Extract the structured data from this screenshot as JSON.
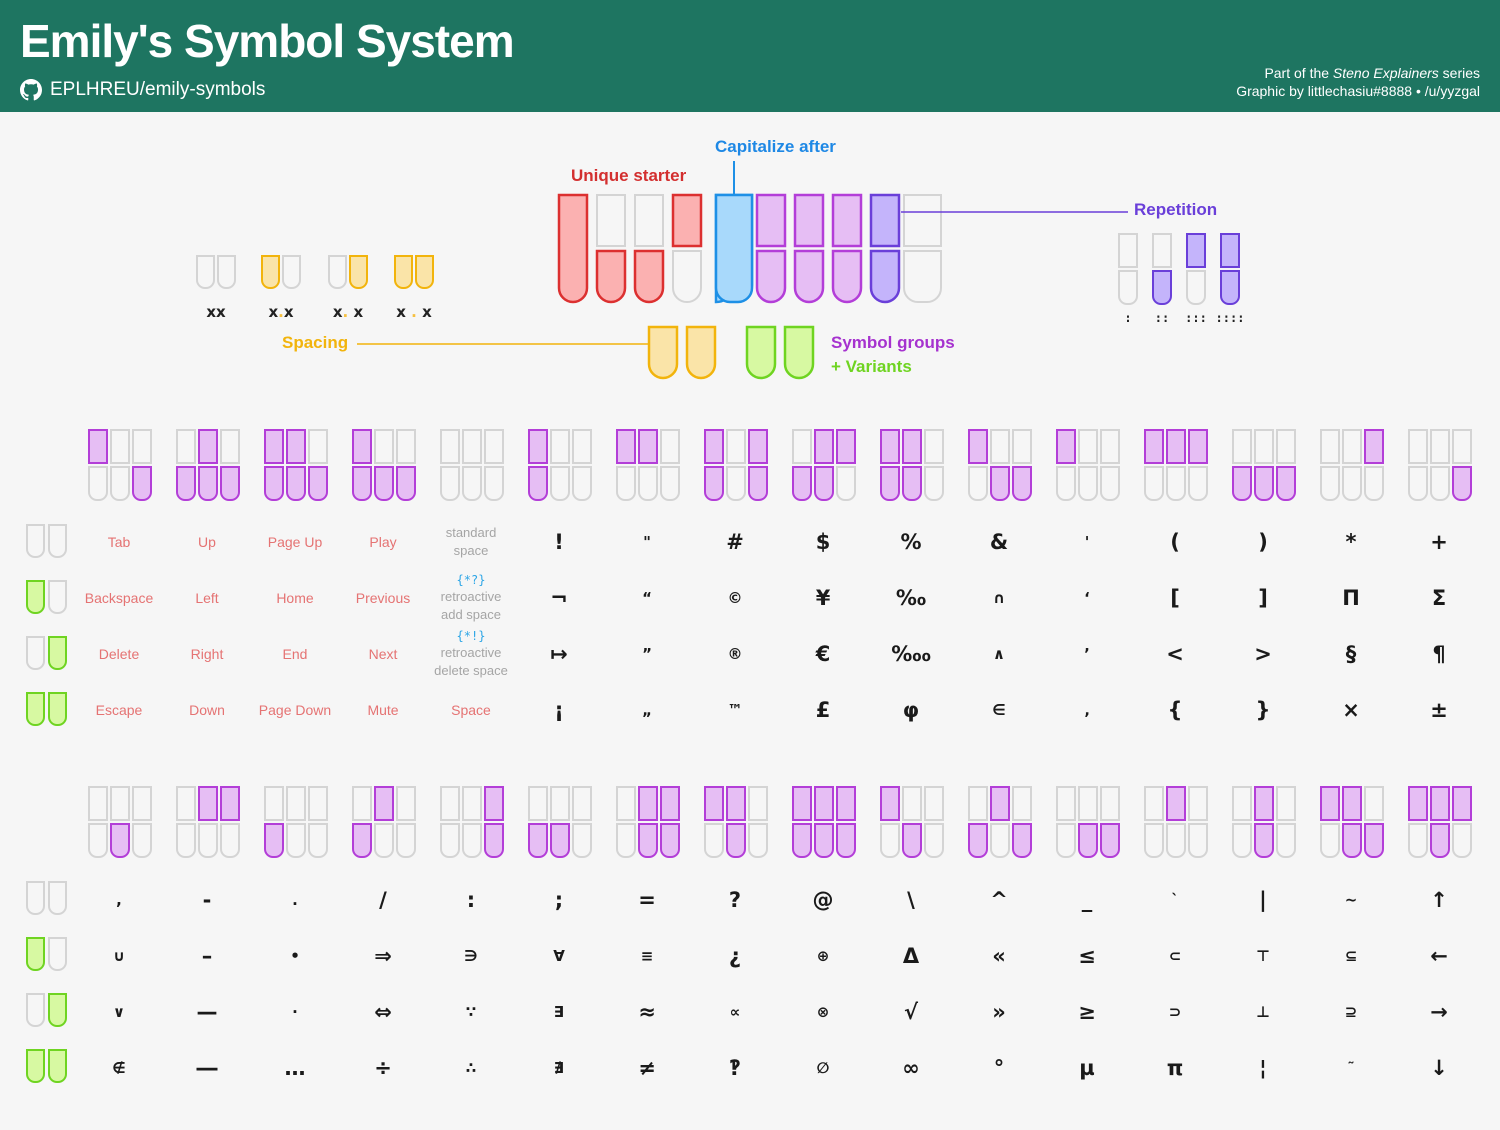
{
  "header": {
    "title": "Emily's Symbol System",
    "repo": "EPLHREU/emily-symbols",
    "credit_prefix": "Part of the ",
    "credit_series": "Steno Explainers",
    "credit_suffix": " series",
    "credit_line2": "Graphic by littlechasiu#8888 • /u/yyzgal"
  },
  "legend": {
    "unique_starter": "Unique starter",
    "capitalize_after": "Capitalize after",
    "repetition": "Repetition",
    "spacing": "Spacing",
    "symbol_groups": "Symbol groups",
    "variants": "+ Variants",
    "spacing_examples": [
      {
        "left": "x",
        "dot": "",
        "right": "x"
      },
      {
        "left": "x",
        "dot": ".",
        "right": "x"
      },
      {
        "left": "x",
        "dot": ".",
        "right": " x"
      },
      {
        "left": "x ",
        "dot": ".",
        "right": " x"
      }
    ],
    "repetition_examples": [
      ":",
      "::",
      ":::",
      "::::"
    ]
  },
  "colors": {
    "header": "#1e7561",
    "unique_starter": "#d32f2f",
    "capitalize": "#1e88e5",
    "repetition": "#6a3fd9",
    "spacing": "#f2b40c",
    "symbol_groups": "#a632cf",
    "variants": "#6fd421"
  },
  "table1": {
    "patterns": [
      [
        [
          1,
          0,
          0
        ],
        [
          0,
          0,
          1
        ]
      ],
      [
        [
          0,
          1,
          0
        ],
        [
          1,
          1,
          1
        ]
      ],
      [
        [
          1,
          1,
          0
        ],
        [
          1,
          1,
          1
        ]
      ],
      [
        [
          1,
          0,
          0
        ],
        [
          1,
          1,
          1
        ]
      ],
      [
        [
          0,
          0,
          0
        ],
        [
          0,
          0,
          0
        ]
      ],
      [
        [
          1,
          0,
          0
        ],
        [
          1,
          0,
          0
        ]
      ],
      [
        [
          1,
          1,
          0
        ],
        [
          0,
          0,
          0
        ]
      ],
      [
        [
          1,
          0,
          1
        ],
        [
          1,
          0,
          1
        ]
      ],
      [
        [
          0,
          1,
          1
        ],
        [
          1,
          1,
          0
        ]
      ],
      [
        [
          1,
          1,
          0
        ],
        [
          1,
          1,
          0
        ]
      ],
      [
        [
          1,
          0,
          0
        ],
        [
          0,
          1,
          1
        ]
      ],
      [
        [
          1,
          0,
          0
        ],
        [
          0,
          0,
          0
        ]
      ],
      [
        [
          1,
          1,
          1
        ],
        [
          0,
          0,
          0
        ]
      ],
      [
        [
          0,
          0,
          0
        ],
        [
          1,
          1,
          1
        ]
      ],
      [
        [
          0,
          0,
          1
        ],
        [
          0,
          0,
          0
        ]
      ],
      [
        [
          0,
          0,
          0
        ],
        [
          0,
          0,
          1
        ]
      ]
    ],
    "columns": [
      {
        "type": "word",
        "values": [
          "Tab",
          "Backspace",
          "Delete",
          "Escape"
        ]
      },
      {
        "type": "word",
        "values": [
          "Up",
          "Left",
          "Right",
          "Down"
        ]
      },
      {
        "type": "word",
        "values": [
          "Page Up",
          "Home",
          "End",
          "Page Down"
        ]
      },
      {
        "type": "word",
        "values": [
          "Play",
          "Previous",
          "Next",
          "Mute"
        ]
      },
      {
        "type": "space",
        "values": [
          "standard\nspace",
          "{*?}",
          "retroactive\nadd space",
          "{*!}",
          "retroactive\ndelete space",
          "Space"
        ]
      },
      {
        "type": "sym",
        "values": [
          "!",
          "¬",
          "↦",
          "¡"
        ]
      },
      {
        "type": "sym",
        "values": [
          "\"",
          "“",
          "”",
          "„"
        ]
      },
      {
        "type": "sym",
        "values": [
          "#",
          "©",
          "®",
          "™"
        ]
      },
      {
        "type": "sym",
        "values": [
          "$",
          "¥",
          "€",
          "£"
        ]
      },
      {
        "type": "sym",
        "values": [
          "%",
          "‰",
          "‱",
          "φ"
        ]
      },
      {
        "type": "sym",
        "values": [
          "&",
          "∩",
          "∧",
          "∈"
        ]
      },
      {
        "type": "sym",
        "values": [
          "'",
          "‘",
          "’",
          "‚"
        ]
      },
      {
        "type": "sym",
        "values": [
          "(",
          "[",
          "<",
          "{"
        ]
      },
      {
        "type": "sym",
        "values": [
          ")",
          "]",
          ">",
          "}"
        ]
      },
      {
        "type": "sym",
        "values": [
          "*",
          "Π",
          "§",
          "×"
        ]
      },
      {
        "type": "sym",
        "values": [
          "+",
          "Σ",
          "¶",
          "±"
        ]
      }
    ]
  },
  "table2": {
    "patterns": [
      [
        [
          0,
          0,
          0
        ],
        [
          0,
          1,
          0
        ]
      ],
      [
        [
          0,
          1,
          1
        ],
        [
          0,
          0,
          0
        ]
      ],
      [
        [
          0,
          0,
          0
        ],
        [
          1,
          0,
          0
        ]
      ],
      [
        [
          0,
          1,
          0
        ],
        [
          1,
          0,
          0
        ]
      ],
      [
        [
          0,
          0,
          1
        ],
        [
          0,
          0,
          1
        ]
      ],
      [
        [
          0,
          0,
          0
        ],
        [
          1,
          1,
          0
        ]
      ],
      [
        [
          0,
          1,
          1
        ],
        [
          0,
          1,
          1
        ]
      ],
      [
        [
          1,
          1,
          0
        ],
        [
          0,
          1,
          0
        ]
      ],
      [
        [
          1,
          1,
          1
        ],
        [
          1,
          1,
          1
        ]
      ],
      [
        [
          1,
          0,
          0
        ],
        [
          0,
          1,
          0
        ]
      ],
      [
        [
          0,
          1,
          0
        ],
        [
          1,
          0,
          1
        ]
      ],
      [
        [
          0,
          0,
          0
        ],
        [
          0,
          1,
          1
        ]
      ],
      [
        [
          0,
          1,
          0
        ],
        [
          0,
          0,
          0
        ]
      ],
      [
        [
          0,
          1,
          0
        ],
        [
          0,
          1,
          0
        ]
      ],
      [
        [
          1,
          1,
          0
        ],
        [
          0,
          1,
          1
        ]
      ],
      [
        [
          1,
          1,
          1
        ],
        [
          0,
          1,
          0
        ]
      ]
    ],
    "columns": [
      {
        "type": "sym",
        "values": [
          ",",
          "∪",
          "∨",
          "∉"
        ]
      },
      {
        "type": "sym",
        "values": [
          "-",
          "–",
          "—",
          "―"
        ]
      },
      {
        "type": "sym",
        "values": [
          ".",
          "•",
          "·",
          "…"
        ]
      },
      {
        "type": "sym",
        "values": [
          "/",
          "⇒",
          "⇔",
          "÷"
        ]
      },
      {
        "type": "sym",
        "values": [
          ":",
          "∋",
          "∵",
          "∴"
        ]
      },
      {
        "type": "sym",
        "values": [
          ";",
          "∀",
          "∃",
          "∄"
        ]
      },
      {
        "type": "sym",
        "values": [
          "=",
          "≡",
          "≈",
          "≠"
        ]
      },
      {
        "type": "sym",
        "values": [
          "?",
          "¿",
          "∝",
          "‽"
        ]
      },
      {
        "type": "sym",
        "values": [
          "@",
          "⊕",
          "⊗",
          "∅"
        ]
      },
      {
        "type": "sym",
        "values": [
          "\\",
          "Δ",
          "√",
          "∞"
        ]
      },
      {
        "type": "sym",
        "values": [
          "^",
          "«",
          "»",
          "°"
        ]
      },
      {
        "type": "sym",
        "values": [
          "_",
          "≤",
          "≥",
          "µ"
        ]
      },
      {
        "type": "sym",
        "values": [
          "`",
          "⊂",
          "⊃",
          "π"
        ]
      },
      {
        "type": "sym",
        "values": [
          "|",
          "⊤",
          "⊥",
          "¦"
        ]
      },
      {
        "type": "sym",
        "values": [
          "~",
          "⊆",
          "⊇",
          "˜"
        ]
      },
      {
        "type": "sym",
        "values": [
          "↑",
          "←",
          "→",
          "↓"
        ]
      }
    ]
  }
}
